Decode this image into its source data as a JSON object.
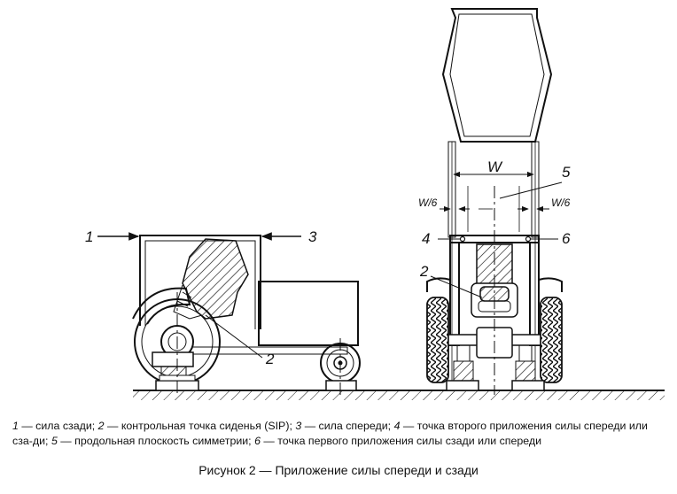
{
  "figure": {
    "callouts": {
      "c1": "1",
      "c2_side": "2",
      "c2_rear": "2",
      "c3": "3",
      "c4": "4",
      "c5": "5",
      "c6": "6"
    },
    "dimensions": {
      "w": "W",
      "w6_left": "W/6",
      "w6_right": "W/6"
    }
  },
  "legend": {
    "n1": "1",
    "t1": " — сила сзади; ",
    "n2": "2",
    "t2": " — контрольная точка сиденья (SIP); ",
    "n3": "3",
    "t3": " — сила спереди; ",
    "n4": "4",
    "t4": " — точка второго приложения силы спереди или сза-ди; ",
    "n5": "5",
    "t5": " — продольная плоскость симметрии; ",
    "n6": "6",
    "t6": " — точка первого приложения силы сзади или спереди"
  },
  "caption": "Рисунок 2 — Приложение силы спереди и сзади"
}
